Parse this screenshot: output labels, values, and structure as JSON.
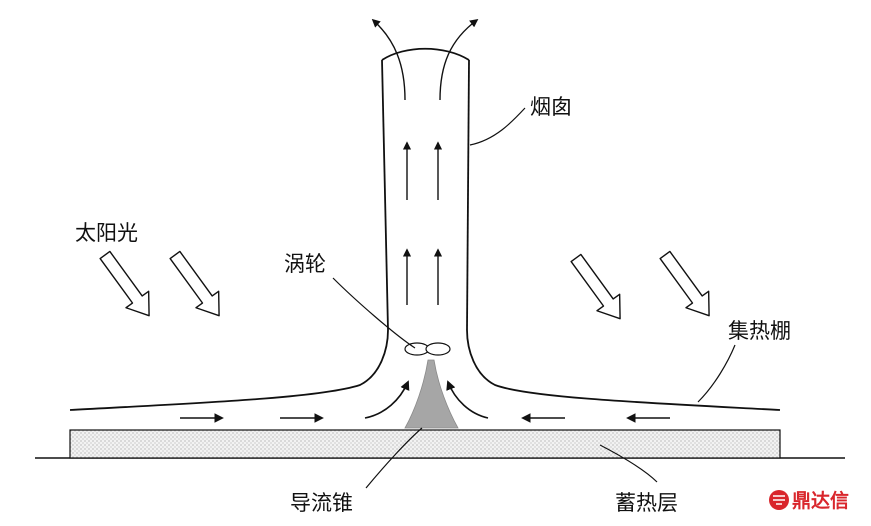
{
  "labels": {
    "chimney": "烟囱",
    "sunlight": "太阳光",
    "turbine": "涡轮",
    "collector": "集热棚",
    "guide_cone": "导流锥",
    "storage_layer": "蓄热层"
  },
  "logo": {
    "text": "鼎达信",
    "color": "#d9262c"
  },
  "colors": {
    "line": "#111111",
    "cone": "#a6a6a6",
    "storage_fill": "#ececec"
  }
}
